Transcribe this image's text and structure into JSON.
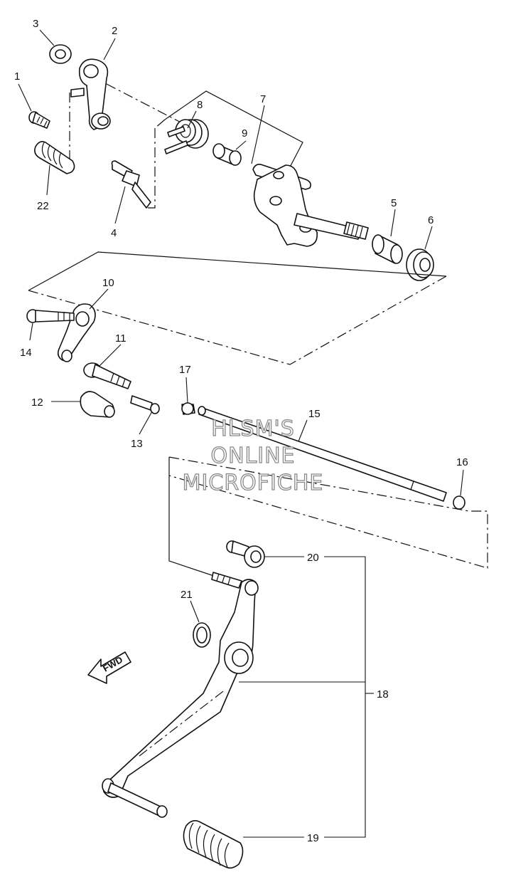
{
  "diagram": {
    "callouts": [
      "1",
      "2",
      "3",
      "4",
      "5",
      "6",
      "7",
      "8",
      "9",
      "10",
      "11",
      "12",
      "13",
      "14",
      "15",
      "16",
      "17",
      "18",
      "19",
      "20",
      "21",
      "22"
    ],
    "watermark": [
      "HLSM'S",
      "ONLINE",
      "MICROFICHE"
    ],
    "fwd_label": "FWD"
  }
}
